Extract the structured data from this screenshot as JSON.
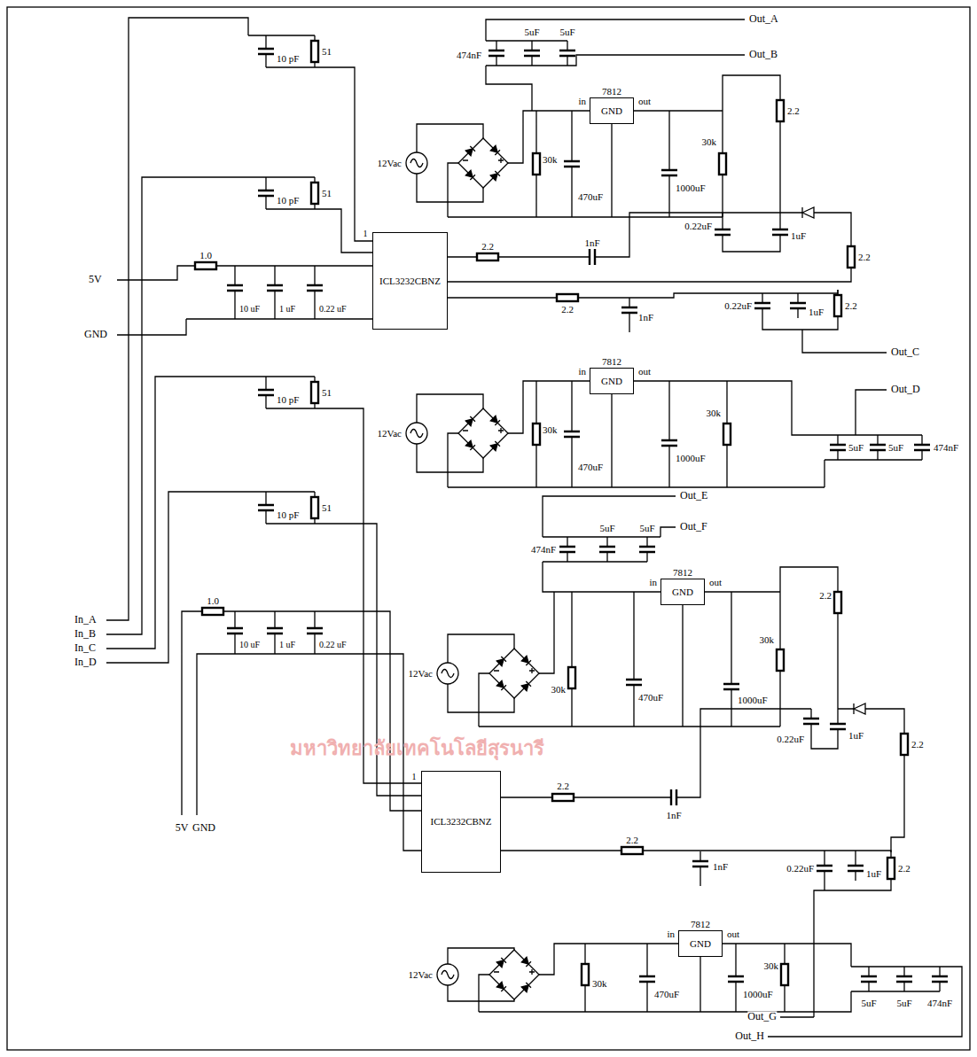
{
  "diagram": {
    "nodes": [
      {
        "text": [
          "7812",
          "GND"
        ]
      },
      {
        "text": [
          "ICL3232CBNZ"
        ]
      },
      {
        "text": [
          "7812",
          "GND"
        ]
      },
      {
        "text": [
          "7812",
          "GND"
        ]
      },
      {
        "text": [
          "ICL3232CBNZ"
        ]
      },
      {
        "text": [
          "7812",
          "GND"
        ]
      }
    ],
    "labels": [
      "Out_A",
      "5uF",
      "5uF",
      "474nF",
      "Out_B",
      "10 pF",
      "51",
      "in",
      "out",
      "2.2",
      "30k",
      "12Vac",
      "30k",
      "1000uF",
      "470uF",
      "10 pF",
      "51",
      "0.22uF",
      "1uF",
      "1",
      "2.2",
      "1nF",
      "2.2",
      "1.0",
      "5V",
      "2.2",
      "0.22uF",
      "1uF",
      "2.2",
      "10 uF",
      "1 uF",
      "0.22 uF",
      "1nF",
      "GND",
      "Out_C",
      "in",
      "out",
      "Out_D",
      "10 pF",
      "51",
      "30k",
      "12Vac",
      "30k",
      "5uF",
      "5uF",
      "474nF",
      "1000uF",
      "470uF",
      "Out_E",
      "10 pF",
      "51",
      "Out_F",
      "5uF",
      "5uF",
      "474nF",
      "in",
      "out",
      "2.2",
      "1.0",
      "In_A",
      "In_B",
      "In_C",
      "In_D",
      "30k",
      "10 uF",
      "1 uF",
      "0.22 uF",
      "12Vac",
      "30k",
      "470uF",
      "1000uF",
      "0.22uF",
      "1uF",
      "2.2",
      "1",
      "2.2",
      "1nF",
      "5V",
      "GND",
      "2.2",
      "1nF",
      "0.22uF",
      "1uF",
      "2.2",
      "in",
      "out",
      "30k",
      "12Vac",
      "30k",
      "470uF",
      "1000uF",
      "5uF",
      "5uF",
      "474nF",
      "Out_G",
      "Out_H",
      "มหาวิทยาลัยเทคโนโลยีสุรนารี"
    ]
  }
}
